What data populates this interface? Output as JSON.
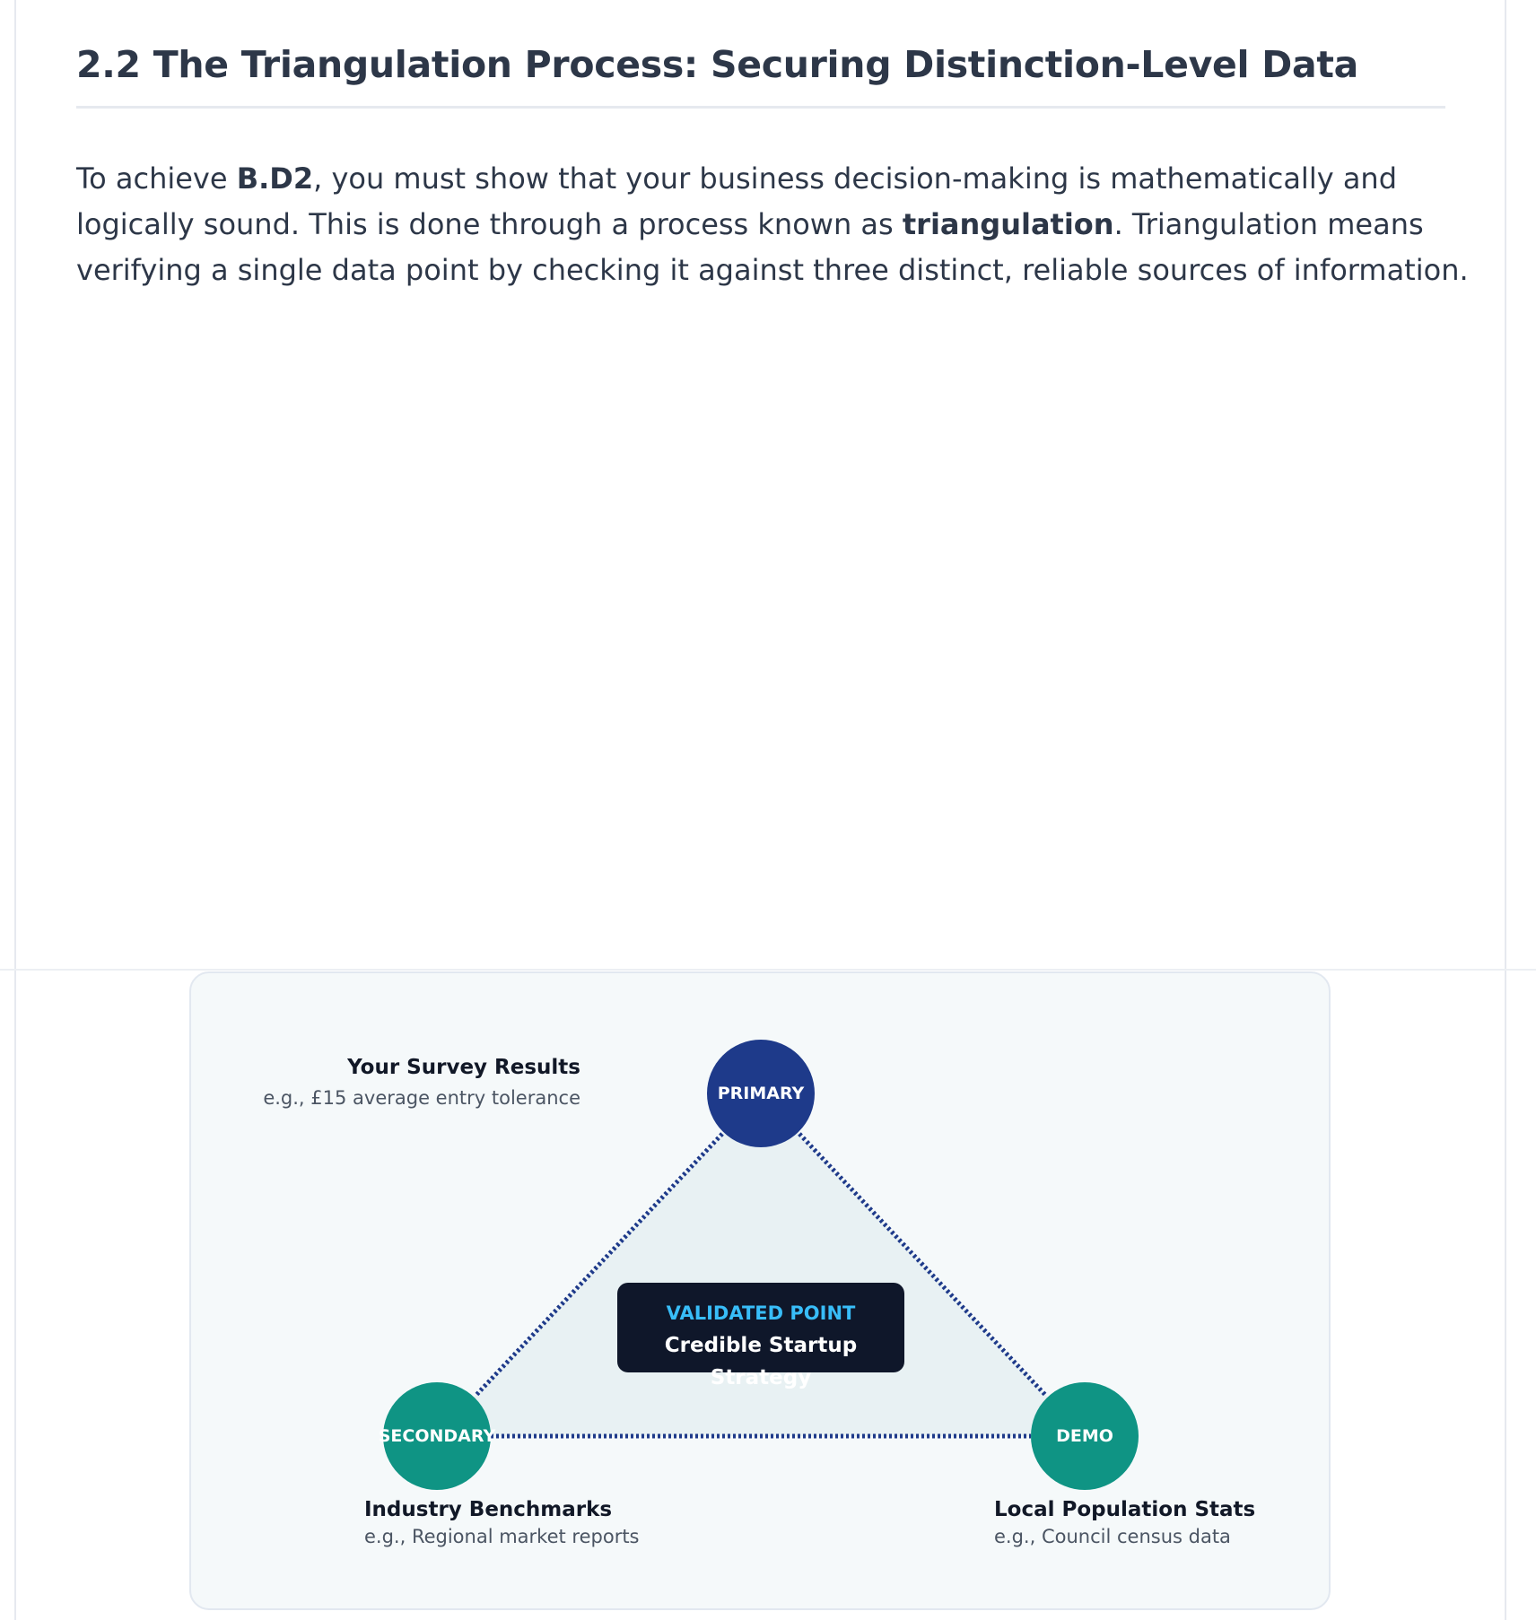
{
  "section": {
    "heading": "2.2 The Triangulation Process: Securing Distinction-Level Data",
    "paragraph": {
      "part1": "To achieve ",
      "bold1": "B.D2",
      "part2": ", you must show that your business decision-making is mathematically and logically sound. This is done through a process known as ",
      "bold2": "triangulation",
      "part3": ". Triangulation means verifying a single data point by checking it against three distinct, reliable sources of information."
    }
  },
  "diagram": {
    "nodes": {
      "primary": {
        "label": "PRIMARY",
        "title": "Your Survey Results",
        "example": "e.g., £15 average entry tolerance"
      },
      "secondary": {
        "label": "SECONDARY",
        "title": "Industry Benchmarks",
        "example": "e.g., Regional market reports"
      },
      "demo": {
        "label": "DEMO",
        "title": "Local Population Stats",
        "example": "e.g., Council census data"
      }
    },
    "center": {
      "kicker": "VALIDATED POINT",
      "title": "Credible Startup Strategy"
    },
    "colors": {
      "primary_node": "#1e3a8a",
      "teal_node": "#0f9484",
      "connector": "#1e3a8a",
      "center_box": "#0f172a",
      "center_kicker": "#38bdf8",
      "triangle_fill": "#e8f1f3"
    }
  }
}
